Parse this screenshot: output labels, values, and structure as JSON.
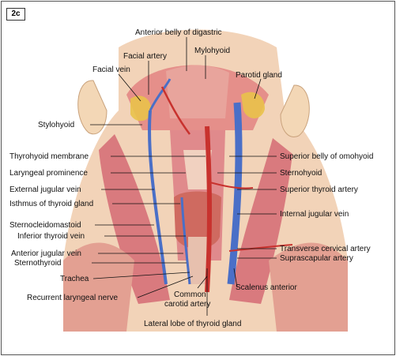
{
  "figure_tag": "2c",
  "labels": {
    "anterior_belly_digastric": "Anterior belly of digastric",
    "facial_artery": "Facial artery",
    "mylohyoid": "Mylohyoid",
    "facial_vein": "Facial vein",
    "parotid_gland": "Parotid gland",
    "stylohyoid": "Stylohyoid",
    "thyrohyoid_membrane": "Thyrohyoid membrane",
    "superior_belly_omohyoid": "Superior belly of omohyoid",
    "laryngeal_prominence": "Laryngeal prominence",
    "sternohyoid": "Sternohyoid",
    "external_jugular_vein": "External jugular vein",
    "superior_thyroid_artery": "Superior thyroid artery",
    "isthmus_thyroid": "Isthmus of thyroid gland",
    "internal_jugular_vein": "Internal jugular vein",
    "sternocleidomastoid": "Sternocleidomastoid",
    "inferior_thyroid_vein": "Inferior thyroid vein",
    "transverse_cervical_artery": "Transverse cervical artery",
    "anterior_jugular_vein": "Anterior jugular vein",
    "suprascapular_artery": "Suprascapular artery",
    "sternothyroid": "Sternothyroid",
    "scalenus_anterior": "Scalenus anterior",
    "trachea": "Trachea",
    "recurrent_laryngeal_nerve": "Recurrent laryngeal nerve",
    "common_carotid_line1": "Common",
    "common_carotid_line2": "carotid artery",
    "lateral_lobe_thyroid": "Lateral lobe of thyroid gland"
  },
  "colors": {
    "skin": "#f0c9a8",
    "muscle": "#d9737a",
    "vein": "#4a6fc7",
    "artery": "#c8322e",
    "gland": "#e9c24a"
  }
}
